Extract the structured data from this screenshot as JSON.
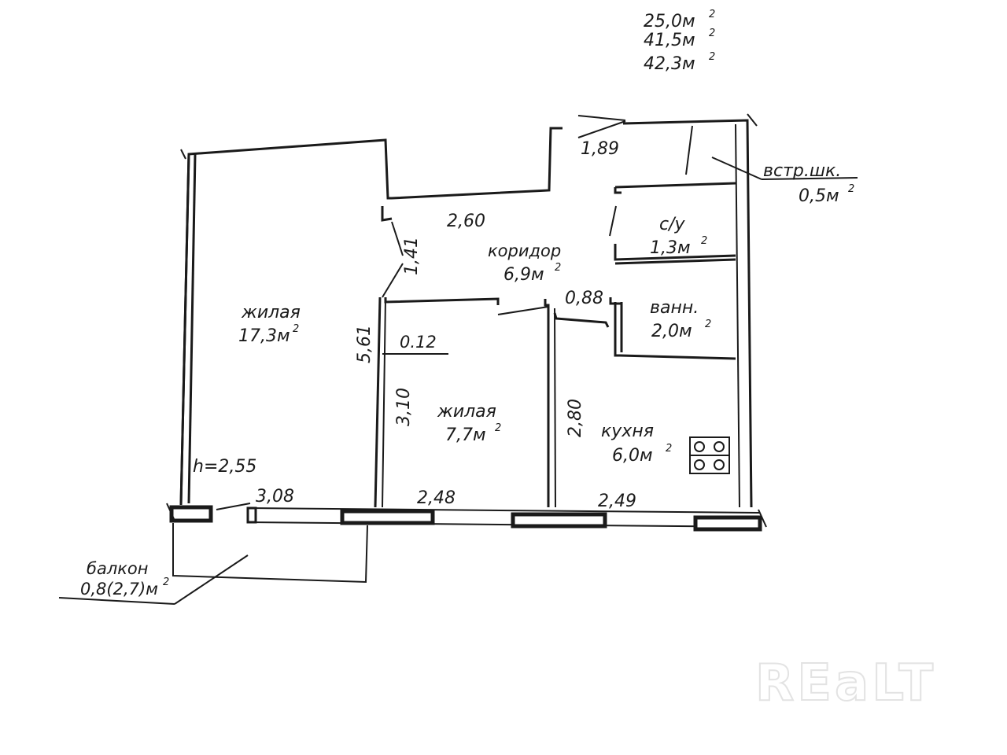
{
  "totals": {
    "living": "25,0м",
    "total": "41,5м",
    "overall": "42,3м",
    "sup": "2"
  },
  "rooms": {
    "living_large": {
      "name": "жилая",
      "area": "17,3м"
    },
    "living_small": {
      "name": "жилая",
      "area": "7,7м"
    },
    "corridor": {
      "name": "коридор",
      "area": "6,9м"
    },
    "toilet": {
      "name": "с/у",
      "area": "1,3м"
    },
    "bath": {
      "name": "ванн.",
      "area": "2,0м"
    },
    "kitchen": {
      "name": "кухня",
      "area": "6,0м"
    },
    "closet": {
      "name": "встр.шк.",
      "area": "0,5м"
    },
    "balcony": {
      "name": "балкон",
      "area": "0,8(2,7)м"
    }
  },
  "dimensions": {
    "top_entry": "1,89",
    "corridor_width": "2,60",
    "door_141": "1,41",
    "door_088": "0,88",
    "wall_561": "5,61",
    "wall_012": "0.12",
    "wall_310": "3,10",
    "wall_280": "2,80",
    "bottom_308": "3,08",
    "bottom_248": "2,48",
    "bottom_249": "2,49",
    "ceiling_height": "h=2,55"
  },
  "watermark": "REaLT",
  "colors": {
    "ink": "#1a1a1a",
    "watermark": "#e3e3e3"
  }
}
